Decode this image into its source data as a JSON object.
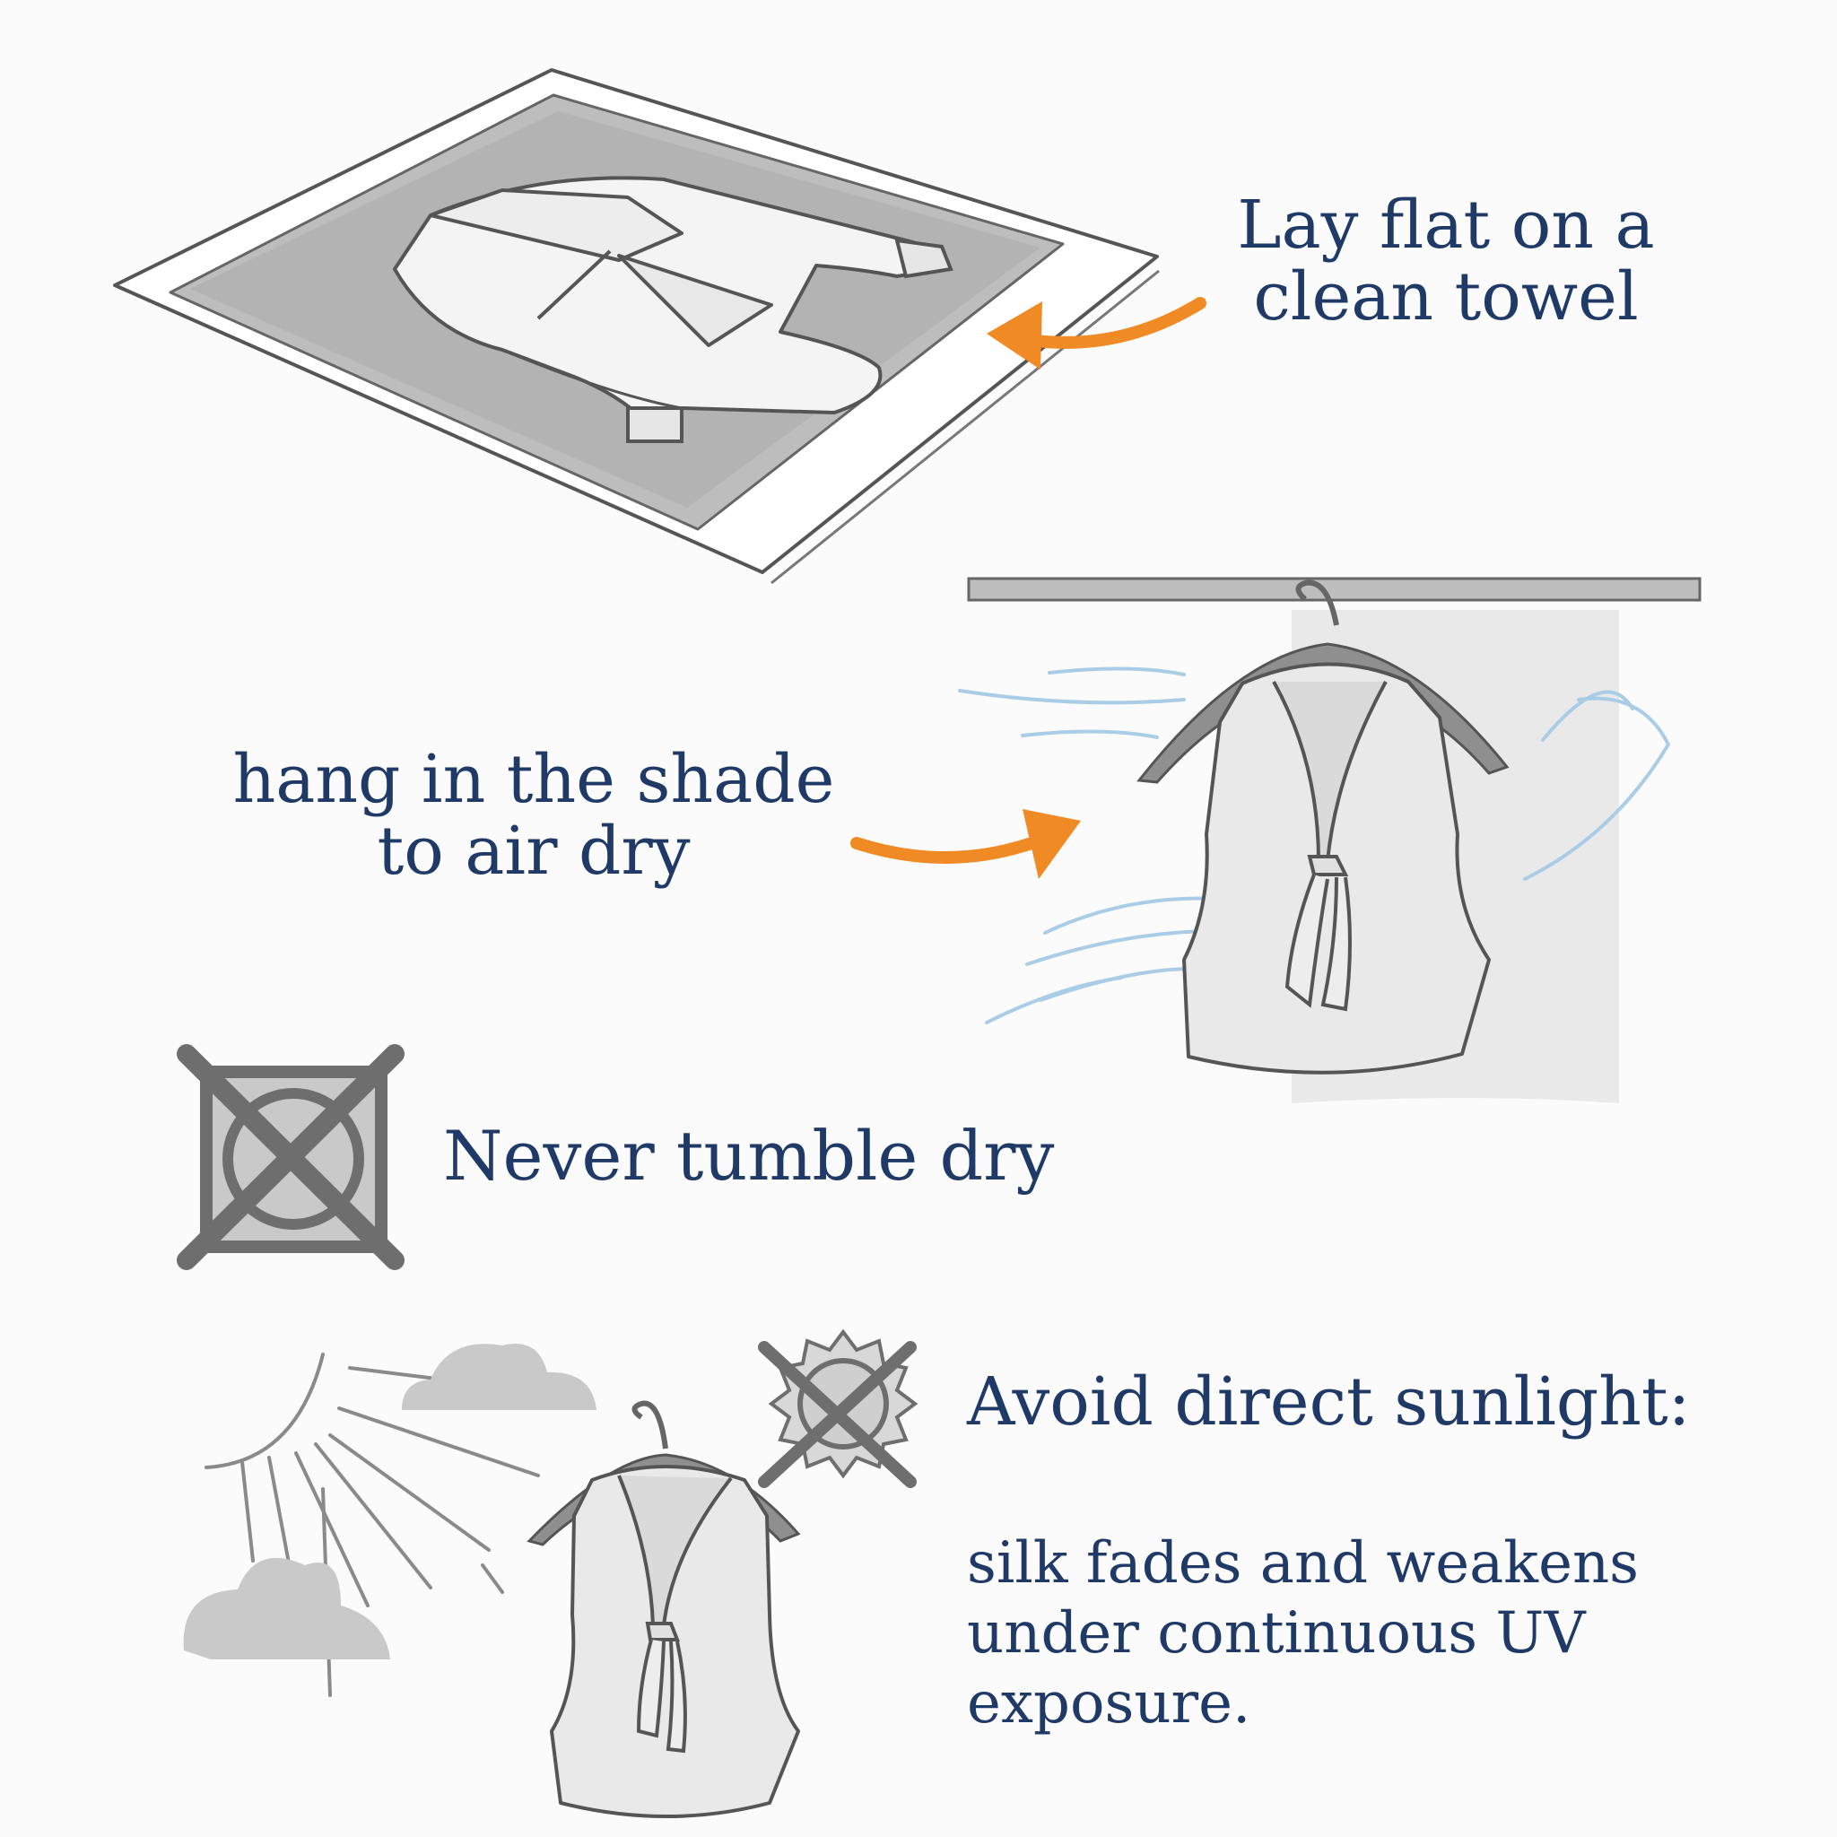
{
  "steps": {
    "lay_flat": {
      "line1": "Lay flat on a",
      "line2": "clean towel"
    },
    "hang_shade": {
      "line1": "hang in the shade",
      "line2": "to air dry"
    },
    "no_tumble": {
      "text": "Never tumble dry",
      "icon": "no-tumble-dry-icon"
    },
    "avoid_sun": {
      "heading": "Avoid direct sunlight:",
      "line1": "silk fades and weakens",
      "line2": "under continuous UV",
      "line3": "exposure.",
      "icon": "no-sun-icon"
    }
  },
  "colors": {
    "text": "#1f3a66",
    "arrow": "#f08a24",
    "wind": "#a9cde6",
    "symbol": "#6e6e6e",
    "outline": "#555555"
  }
}
